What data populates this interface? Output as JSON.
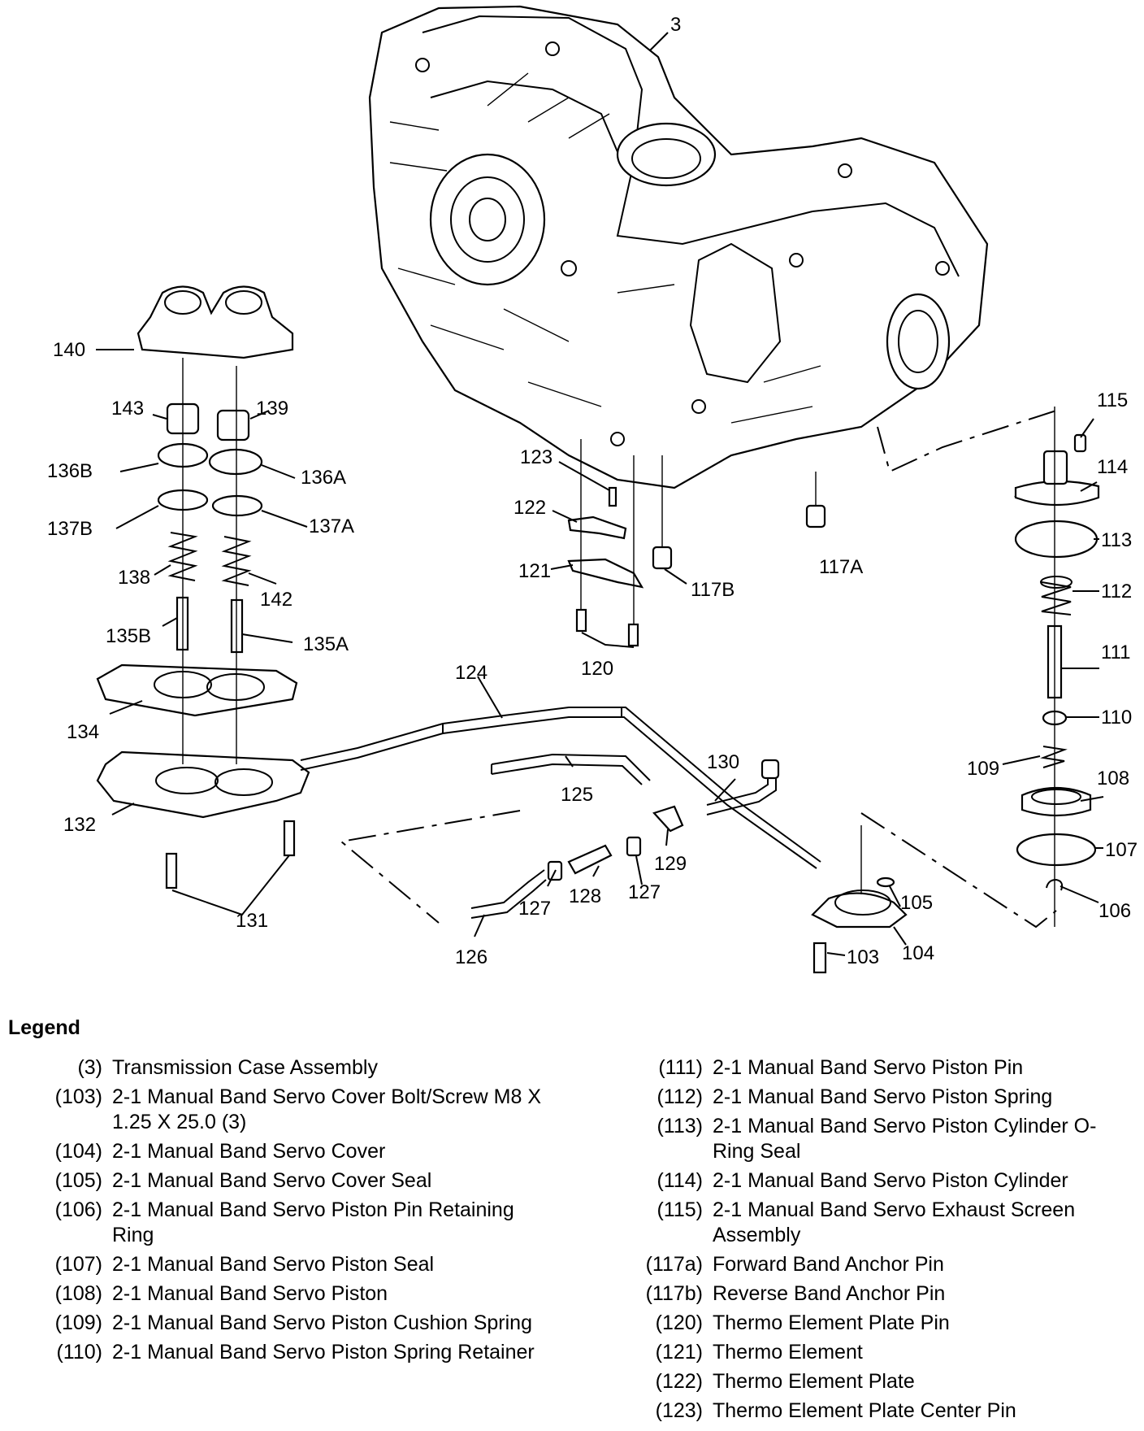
{
  "callouts": {
    "c3": "3",
    "c140": "140",
    "c143": "143",
    "c139": "139",
    "c136b": "136B",
    "c136a": "136A",
    "c137b": "137B",
    "c137a": "137A",
    "c138": "138",
    "c142": "142",
    "c135b": "135B",
    "c135a": "135A",
    "c134": "134",
    "c132": "132",
    "c131": "131",
    "c123": "123",
    "c122": "122",
    "c121": "121",
    "c120": "120",
    "c117b": "117B",
    "c117a": "117A",
    "c124": "124",
    "c125": "125",
    "c126": "126",
    "c127a": "127",
    "c127b": "127",
    "c128": "128",
    "c129": "129",
    "c130": "130",
    "c103": "103",
    "c104": "104",
    "c105": "105",
    "c106": "106",
    "c107": "107",
    "c108": "108",
    "c109": "109",
    "c110": "110",
    "c111": "111",
    "c112": "112",
    "c113": "113",
    "c114": "114",
    "c115": "115"
  },
  "legend": {
    "title": "Legend",
    "left": [
      {
        "num": "(3)",
        "desc": "Transmission Case Assembly"
      },
      {
        "num": "(103)",
        "desc": "2-1 Manual Band Servo Cover Bolt/Screw M8 X 1.25 X 25.0 (3)"
      },
      {
        "num": "(104)",
        "desc": "2-1 Manual Band Servo Cover"
      },
      {
        "num": "(105)",
        "desc": "2-1 Manual Band Servo Cover Seal"
      },
      {
        "num": "(106)",
        "desc": "2-1 Manual Band Servo Piston Pin Retaining Ring"
      },
      {
        "num": "(107)",
        "desc": "2-1 Manual Band Servo Piston Seal"
      },
      {
        "num": "(108)",
        "desc": "2-1 Manual Band Servo Piston"
      },
      {
        "num": "(109)",
        "desc": "2-1 Manual Band Servo Piston Cushion Spring"
      },
      {
        "num": "(110)",
        "desc": "2-1 Manual Band Servo Piston Spring Retainer"
      }
    ],
    "right": [
      {
        "num": "(111)",
        "desc": "2-1 Manual Band Servo Piston Pin"
      },
      {
        "num": "(112)",
        "desc": "2-1 Manual Band Servo Piston Spring"
      },
      {
        "num": "(113)",
        "desc": "2-1 Manual Band Servo Piston Cylinder O-Ring Seal"
      },
      {
        "num": "(114)",
        "desc": "2-1 Manual Band Servo Piston Cylinder"
      },
      {
        "num": "(115)",
        "desc": "2-1 Manual Band Servo Exhaust Screen Assembly"
      },
      {
        "num": "(117a)",
        "desc": "Forward Band Anchor Pin"
      },
      {
        "num": "(117b)",
        "desc": "Reverse Band Anchor Pin"
      },
      {
        "num": "(120)",
        "desc": "Thermo Element Plate Pin"
      },
      {
        "num": "(121)",
        "desc": "Thermo Element"
      },
      {
        "num": "(122)",
        "desc": "Thermo Element Plate"
      },
      {
        "num": "(123)",
        "desc": "Thermo Element Plate Center Pin"
      }
    ]
  }
}
